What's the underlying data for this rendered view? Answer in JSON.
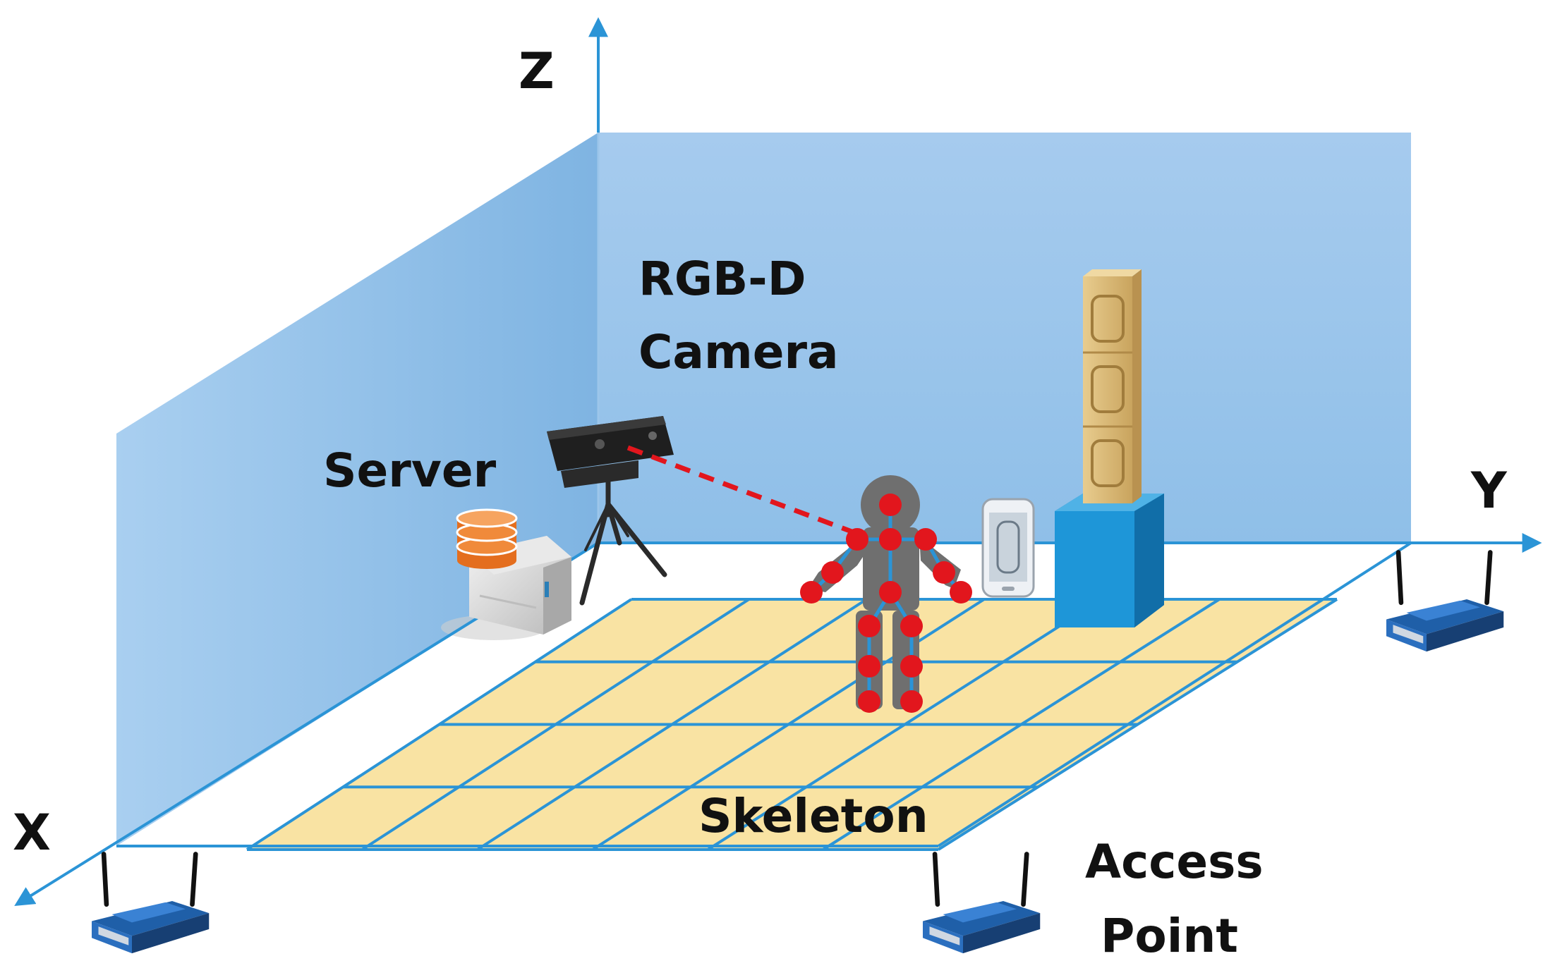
{
  "axes": {
    "x": "X",
    "y": "Y",
    "z": "Z"
  },
  "labels": {
    "camera_line1": "RGB-D",
    "camera_line2": "Camera",
    "server": "Server",
    "skeleton": "Skeleton",
    "access_line1": "Access",
    "access_line2": "Point"
  },
  "colors": {
    "wall": "#8dbde6",
    "axis": "#2b94d6",
    "floor_tile": "#f9e3a3",
    "grid_line": "#2b94d6",
    "joint": "#e2161d",
    "body": "#6f6f6f",
    "pedestal": "#1e96d8",
    "ray": "#e2161d"
  },
  "icons": [
    "rgbd-camera-icon",
    "tripod-icon",
    "server-icon",
    "database-icon",
    "smartphone-icon",
    "artifact-pillar-icon",
    "wifi-router-icon"
  ]
}
